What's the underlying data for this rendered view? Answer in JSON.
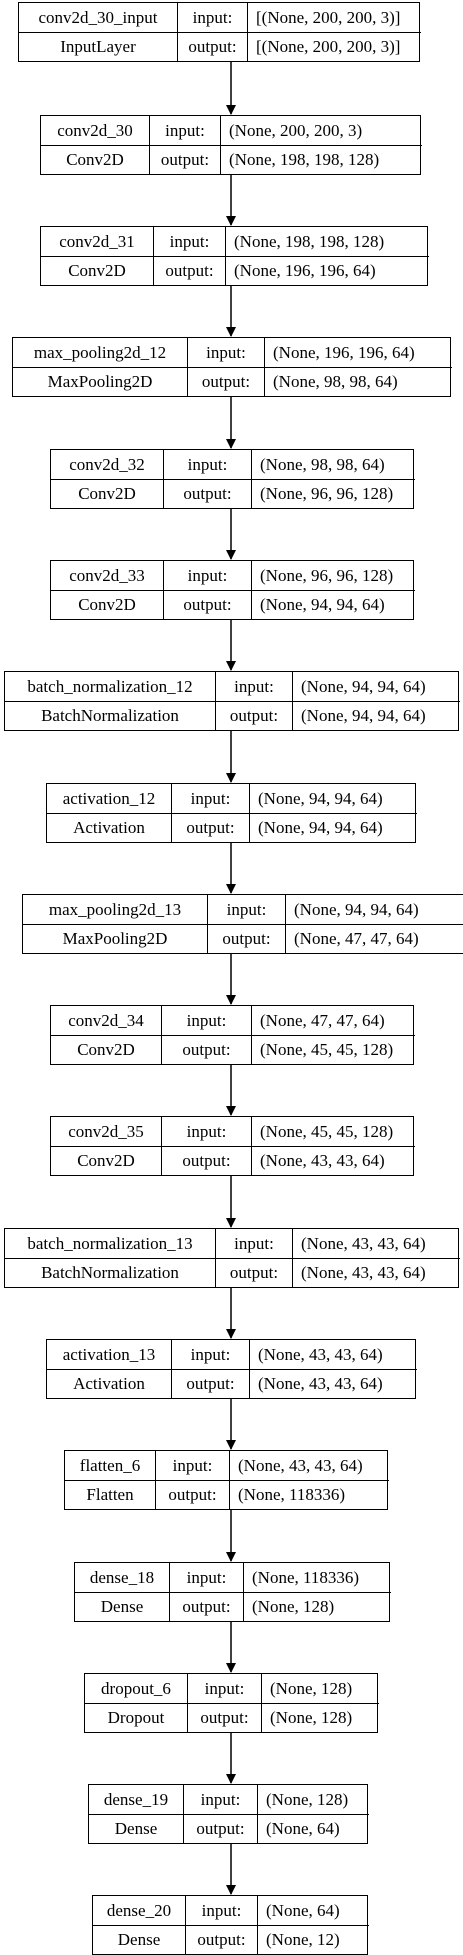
{
  "labels": {
    "input": "input:",
    "output": "output:"
  },
  "layers": [
    {
      "name": "conv2d_30_input",
      "type": "InputLayer",
      "input": "[(None, 200, 200, 3)]",
      "output": "[(None, 200, 200, 3)]"
    },
    {
      "name": "conv2d_30",
      "type": "Conv2D",
      "input": "(None, 200, 200, 3)",
      "output": "(None, 198, 198, 128)"
    },
    {
      "name": "conv2d_31",
      "type": "Conv2D",
      "input": "(None, 198, 198, 128)",
      "output": "(None, 196, 196, 64)"
    },
    {
      "name": "max_pooling2d_12",
      "type": "MaxPooling2D",
      "input": "(None, 196, 196, 64)",
      "output": "(None, 98, 98, 64)"
    },
    {
      "name": "conv2d_32",
      "type": "Conv2D",
      "input": "(None, 98, 98, 64)",
      "output": "(None, 96, 96, 128)"
    },
    {
      "name": "conv2d_33",
      "type": "Conv2D",
      "input": "(None, 96, 96, 128)",
      "output": "(None, 94, 94, 64)"
    },
    {
      "name": "batch_normalization_12",
      "type": "BatchNormalization",
      "input": "(None, 94, 94, 64)",
      "output": "(None, 94, 94, 64)"
    },
    {
      "name": "activation_12",
      "type": "Activation",
      "input": "(None, 94, 94, 64)",
      "output": "(None, 94, 94, 64)"
    },
    {
      "name": "max_pooling2d_13",
      "type": "MaxPooling2D",
      "input": "(None, 94, 94, 64)",
      "output": "(None, 47, 47, 64)"
    },
    {
      "name": "conv2d_34",
      "type": "Conv2D",
      "input": "(None, 47, 47, 64)",
      "output": "(None, 45, 45, 128)"
    },
    {
      "name": "conv2d_35",
      "type": "Conv2D",
      "input": "(None, 45, 45, 128)",
      "output": "(None, 43, 43, 64)"
    },
    {
      "name": "batch_normalization_13",
      "type": "BatchNormalization",
      "input": "(None, 43, 43, 64)",
      "output": "(None, 43, 43, 64)"
    },
    {
      "name": "activation_13",
      "type": "Activation",
      "input": "(None, 43, 43, 64)",
      "output": "(None, 43, 43, 64)"
    },
    {
      "name": "flatten_6",
      "type": "Flatten",
      "input": "(None, 43, 43, 64)",
      "output": "(None, 118336)"
    },
    {
      "name": "dense_18",
      "type": "Dense",
      "input": "(None, 118336)",
      "output": "(None, 128)"
    },
    {
      "name": "dropout_6",
      "type": "Dropout",
      "input": "(None, 128)",
      "output": "(None, 128)"
    },
    {
      "name": "dense_19",
      "type": "Dense",
      "input": "(None, 128)",
      "output": "(None, 64)"
    },
    {
      "name": "dense_20",
      "type": "Dense",
      "input": "(None, 64)",
      "output": "(None, 12)"
    }
  ]
}
